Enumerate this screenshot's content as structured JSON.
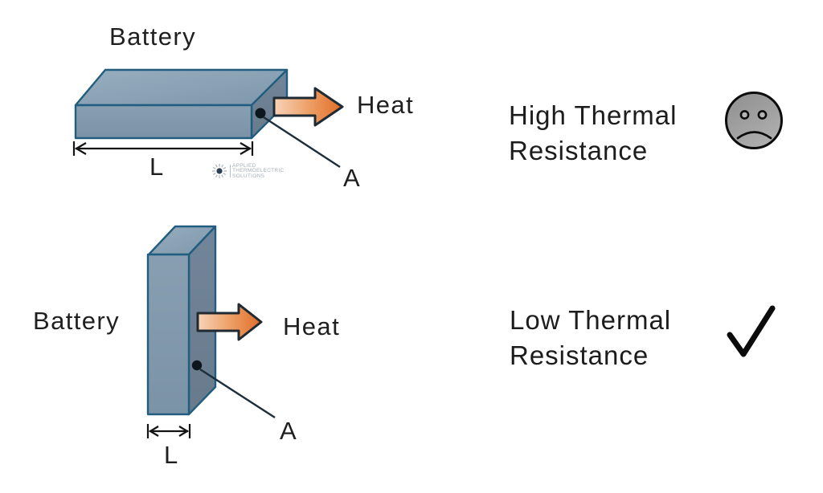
{
  "colors": {
    "accent_orange": "#e06c2a",
    "heat_gradient_start": "#f8d3b9",
    "box_face_blue": "#869fb2",
    "box_outline_teal": "#215d7e",
    "sad_face_gray": "#9a9a9a",
    "text_dark": "#1f1f1f",
    "watermark_gray": "#a6afb8"
  },
  "top_diagram": {
    "battery_label": "Battery",
    "heat_label": "Heat",
    "length_label": "L",
    "area_label": "A"
  },
  "bottom_diagram": {
    "battery_label": "Battery",
    "heat_label": "Heat",
    "length_label": "L",
    "area_label": "A"
  },
  "right_column": {
    "high_resistance": {
      "line1": "High Thermal",
      "line2": "Resistance",
      "icon": "sad-face-icon"
    },
    "low_resistance": {
      "line1": "Low Thermal",
      "line2": "Resistance",
      "icon": "checkmark-icon"
    }
  },
  "watermark": {
    "line1": "APPLIED",
    "line2": "THERMOELECTRIC",
    "line3": "SOLUTIONS",
    "icon": "starburst-logo-icon"
  }
}
